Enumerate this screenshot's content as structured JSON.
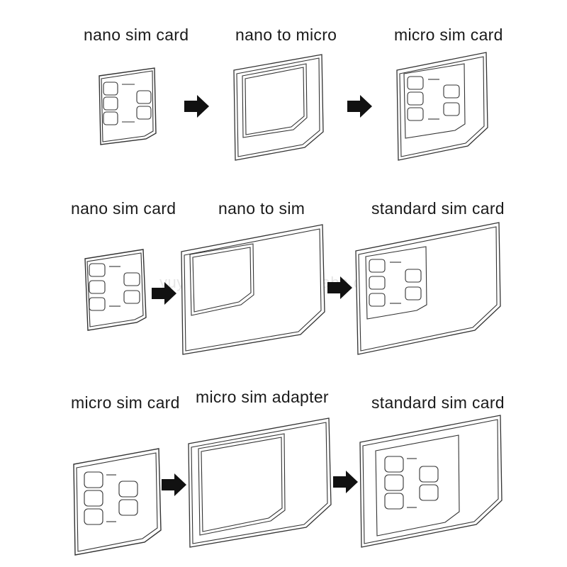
{
  "rows": [
    {
      "labels": [
        "nano sim card",
        "nano to micro",
        "micro sim card"
      ]
    },
    {
      "labels": [
        "nano sim card",
        "nano to sim",
        "standard sim card"
      ]
    },
    {
      "labels": [
        "micro sim card",
        "micro sim adapter",
        "standard sim card"
      ]
    }
  ],
  "watermark": "yuyaogreatwall.en.alibaba.com",
  "icons": {
    "arrow": "right-arrow-icon",
    "chip": "sim-chip-icon"
  }
}
